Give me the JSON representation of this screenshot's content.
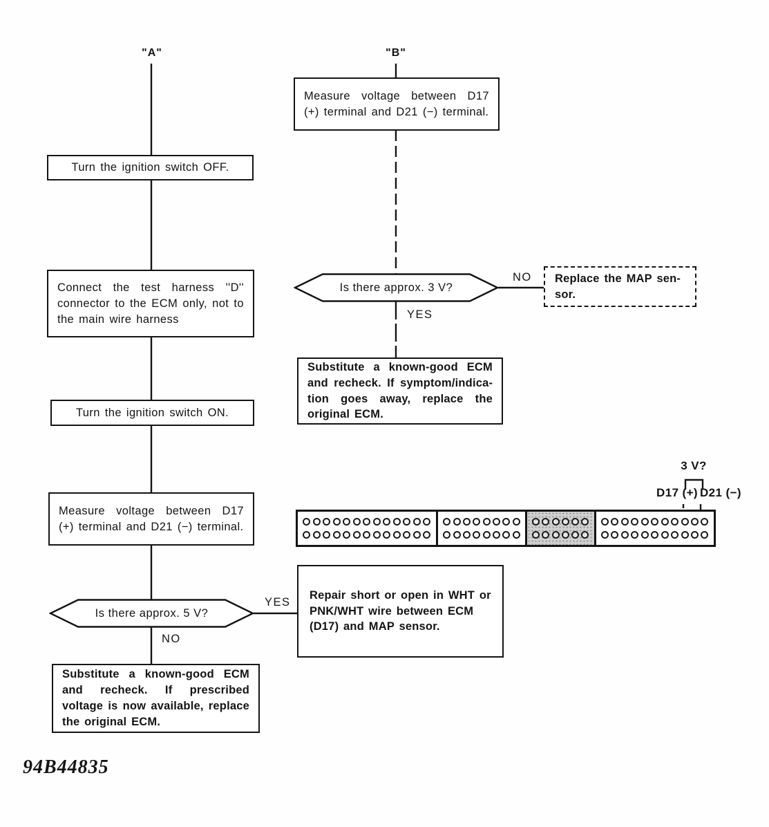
{
  "labels": {
    "branch_a": "\"A\"",
    "branch_b": "\"B\"",
    "yes_3v": "YES",
    "no_3v": "NO",
    "yes_5v": "YES",
    "no_5v": "NO"
  },
  "branch_a": {
    "box_ignition_off": "Turn the ignition switch OFF.",
    "box_connect_harness": "Connect the test harness ''D'' connector to the ECM only, not to the main wire harness",
    "box_ignition_on": "Turn the ignition switch ON.",
    "box_measure_voltage": "Measure voltage between D17 (+) terminal and D21 (−) terminal.",
    "question_5v": "Is there approx. 5 V?",
    "box_substitute_ecm": "Substitute a known-good ECM and recheck. If prescribed voltage is now available, replace the origi­nal ECM."
  },
  "branch_b": {
    "box_measure_voltage": "Measure voltage between D17 (+) terminal and D21 (−) terminal.",
    "question_3v": "Is there approx. 3 V?",
    "box_replace_map_sensor": "Replace the MAP sen­sor.",
    "box_substitute_ecm": "Substitute a known-good ECM and recheck. If symptom/indica­tion goes away, replace the origi­nal ECM.",
    "box_repair_wire": "Repair short or open in WHT or PNK/WHT wire between ECM (D17) and MAP sensor."
  },
  "connector": {
    "voltage_label": "3 V?",
    "terminal_positive": "D17 (+)",
    "terminal_negative": "D21 (−)",
    "segments": [
      {
        "pins_per_row": 13,
        "rows": 2,
        "shaded": false
      },
      {
        "pins_per_row": 8,
        "rows": 2,
        "shaded": false
      },
      {
        "pins_per_row": 6,
        "rows": 2,
        "shaded": true
      },
      {
        "pins_per_row": 11,
        "rows": 2,
        "shaded": false
      }
    ]
  },
  "footer": {
    "code": "94B44835"
  }
}
